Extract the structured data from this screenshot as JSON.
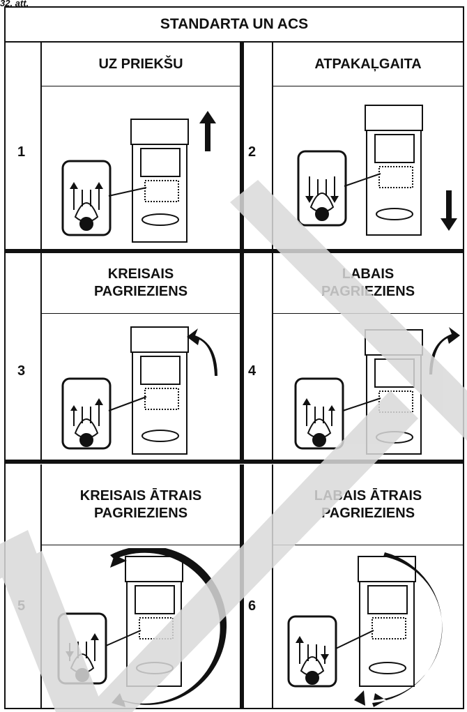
{
  "caption": "32. att.",
  "table": {
    "header": "STANDARTA UN ACS",
    "cells": [
      {
        "number": "1",
        "title_lines": [
          "UZ PRIEKŠU"
        ]
      },
      {
        "number": "2",
        "title_lines": [
          "ATPAKAĻGAITA"
        ]
      },
      {
        "number": "3",
        "title_lines": [
          "KREISAIS",
          "PAGRIEZIENS"
        ]
      },
      {
        "number": "4",
        "title_lines": [
          "LABAIS",
          "PAGRIEZIENS"
        ]
      },
      {
        "number": "5",
        "title_lines": [
          "KREISAIS ĀTRAIS",
          "PAGRIEZIENS"
        ]
      },
      {
        "number": "6",
        "title_lines": [
          "LABAIS ĀTRAIS",
          "PAGRIEZIENS"
        ]
      }
    ]
  },
  "icons": {
    "figures": [
      "mower-forward",
      "mower-reverse",
      "mower-left-turn",
      "mower-right-turn",
      "mower-left-spin",
      "mower-right-spin"
    ],
    "watermark": "draft-diagonal-watermark"
  },
  "colors": {
    "line": "#111111",
    "watermark": "#d9d9d9"
  }
}
